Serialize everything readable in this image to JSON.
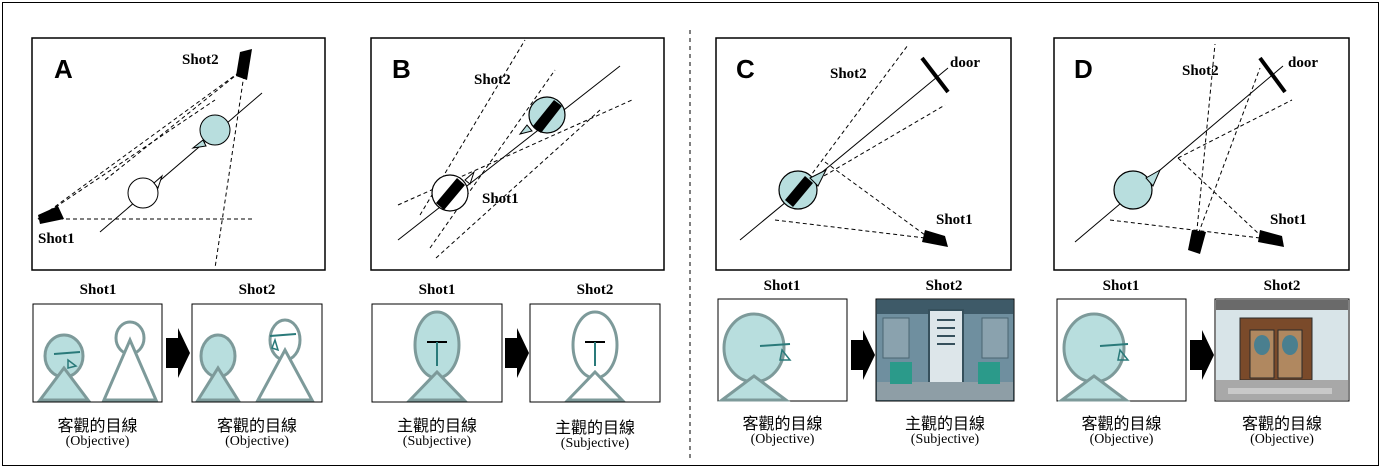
{
  "panels": [
    {
      "letter": "A",
      "shot1_label": "Shot1",
      "shot2_label": "Shot2",
      "thumb1_title": "Shot1",
      "thumb2_title": "Shot2",
      "cap1_zh": "客觀的目線",
      "cap1_en": "(Objective)",
      "cap2_zh": "客觀的目線",
      "cap2_en": "(Objective)"
    },
    {
      "letter": "B",
      "shot1_label": "Shot1",
      "shot2_label": "Shot2",
      "thumb1_title": "Shot1",
      "thumb2_title": "Shot2",
      "cap1_zh": "主觀的目線",
      "cap1_en": "(Subjective)",
      "cap2_zh": "主觀的目線",
      "cap2_en": "(Subjective)"
    },
    {
      "letter": "C",
      "shot1_label": "Shot1",
      "shot2_label": "Shot2",
      "door_label": "door",
      "thumb1_title": "Shot1",
      "thumb2_title": "Shot2",
      "cap1_zh": "客觀的目線",
      "cap1_en": "(Objective)",
      "cap2_zh": "主觀的目線",
      "cap2_en": "(Subjective)"
    },
    {
      "letter": "D",
      "shot1_label": "Shot1",
      "shot2_label": "Shot2",
      "door_label": "door",
      "thumb1_title": "Shot1",
      "thumb2_title": "Shot2",
      "cap1_zh": "客觀的目線",
      "cap1_en": "(Objective)",
      "cap2_zh": "客觀的目線",
      "cap2_en": "(Objective)"
    }
  ],
  "colors": {
    "head_fill": "#b8dede",
    "outline": "#7d9a9a",
    "gaze_line": "#2a7a7a"
  }
}
